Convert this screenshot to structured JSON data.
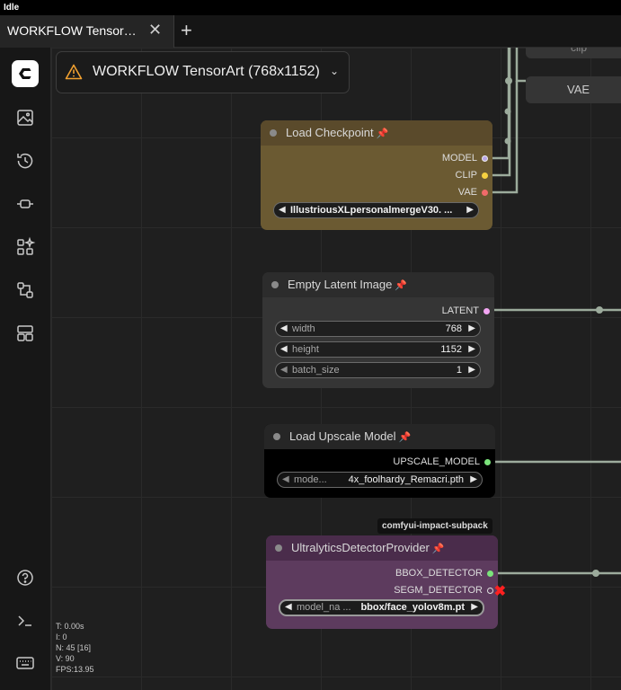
{
  "titlebar": {
    "status": "Idle"
  },
  "tabs": [
    {
      "label": "WORKFLOW TensorArt (768x1152)"
    }
  ],
  "workflow": {
    "title": "WORKFLOW TensorArt (768x1152)"
  },
  "sidebar": {
    "icons": [
      "logo-icon",
      "image-gallery-icon",
      "history-icon",
      "node-library-icon",
      "model-library-icon",
      "workflows-icon",
      "templates-icon",
      "help-icon",
      "terminal-icon",
      "keyboard-icon"
    ]
  },
  "offscreen": {
    "clip_label": "clip",
    "vae_label": "VAE"
  },
  "nodes": {
    "load_checkpoint": {
      "title": "Load Checkpoint",
      "outputs": [
        "MODEL",
        "CLIP",
        "VAE"
      ],
      "widget_value": "IllustriousXLpersonalmergeV30. ..."
    },
    "empty_latent": {
      "title": "Empty Latent Image",
      "output": "LATENT",
      "widgets": [
        {
          "name": "width",
          "value": "768"
        },
        {
          "name": "height",
          "value": "1152"
        },
        {
          "name": "batch_size",
          "value": "1"
        }
      ]
    },
    "load_upscale": {
      "title": "Load Upscale Model",
      "output": "UPSCALE_MODEL",
      "widget_name": "mode...",
      "widget_value": "4x_foolhardy_Remacri.pth"
    },
    "ultralytics": {
      "badge": "comfyui-impact-subpack",
      "title": "UltralyticsDetectorProvider",
      "outputs": [
        "BBOX_DETECTOR",
        "SEGM_DETECTOR"
      ],
      "widget_name": "model_na ...",
      "widget_value": "bbox/face_yolov8m.pt"
    }
  },
  "stats": {
    "t": "T: 0.00s",
    "i": "I: 0",
    "n": "N: 45 [16]",
    "v": "V: 90",
    "fps": "FPS:13.95"
  },
  "colors": {
    "checkpoint_body": "#6b5a32",
    "checkpoint_head": "#5a4a2b",
    "node_body": "#353535",
    "node_head": "#2c2c2c",
    "upscale_body": "#000000",
    "upscale_head": "#262626",
    "ultra_body": "#5d3b5e",
    "ultra_head": "#4a2c4b",
    "wire": "#9cab9c"
  }
}
